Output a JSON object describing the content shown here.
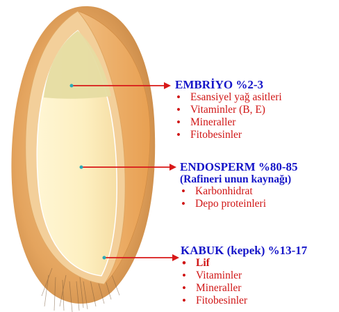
{
  "colors": {
    "heading": "#1414c8",
    "items": "#d01515",
    "arrow": "#d81818",
    "bran_outer": "#e8a455",
    "endosperm": "#fdf1c6",
    "embryo": "#e6dca2"
  },
  "embryo": {
    "title": "EMBRİYO %2-3",
    "items": [
      "Esansiyel yağ asitleri",
      "Vitaminler (B, E)",
      "Mineraller",
      "Fitobesinler"
    ]
  },
  "endosperm": {
    "title": "ENDOSPERM %80-85",
    "subtitle": "(Rafineri unun kaynağı)",
    "items": [
      "Karbonhidrat",
      "Depo proteinleri"
    ]
  },
  "bran": {
    "title": "KABUK (kepek) %13-17",
    "items": [
      "Lif",
      "Vitaminler",
      "Mineraller",
      "Fitobesinler"
    ]
  }
}
